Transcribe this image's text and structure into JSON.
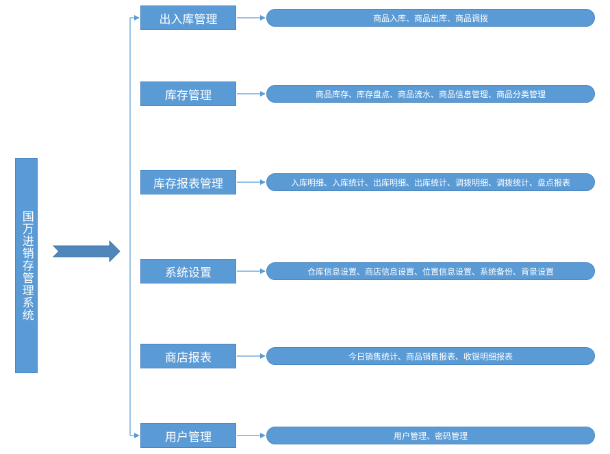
{
  "root": {
    "title": "国万进销存管理系统"
  },
  "modules": [
    {
      "name": "出入库管理",
      "features": "商品入库、商品出库、商品调拨"
    },
    {
      "name": "库存管理",
      "features": "商品库存、库存盘点、商品流水、商品信息管理、商品分类管理"
    },
    {
      "name": "库存报表管理",
      "features": "入库明细、入库统计、出库明细、出库统计、调拨明细、调拨统计、盘点报表"
    },
    {
      "name": "系统设置",
      "features": "仓库信息设置、商店信息设置、位置信息设置、系统备份、背景设置"
    },
    {
      "name": "商店报表",
      "features": "今日销售统计、商品销售报表、收银明细报表"
    },
    {
      "name": "用户管理",
      "features": "用户管理、密码管理"
    }
  ],
  "colors": {
    "box_fill": "#5b9bd5",
    "box_border": "#4a86bf",
    "line": "#5b9bd5",
    "text": "#ffffff"
  }
}
